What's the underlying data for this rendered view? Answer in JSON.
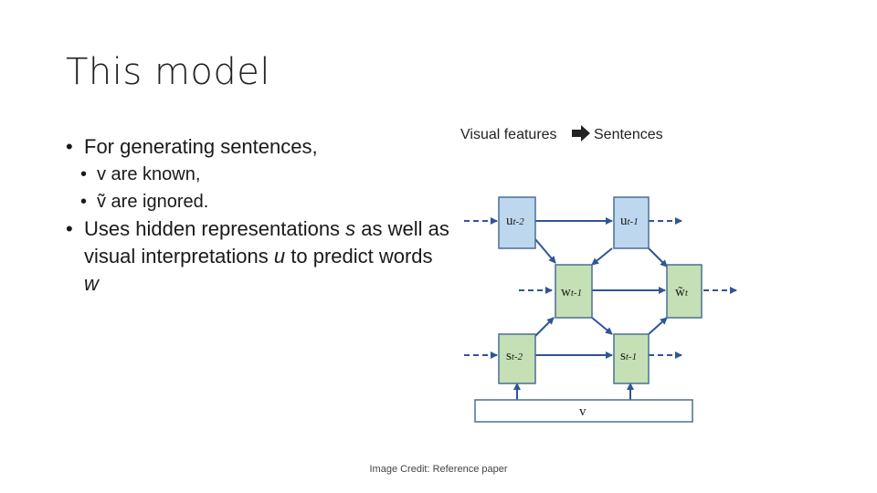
{
  "slide": {
    "title": "This model",
    "bullets": {
      "b1": "For generating sentences,",
      "b1_sub1": "v are known,",
      "b1_sub2": "ṽ are ignored.",
      "b2_part1": "Uses hidden representations ",
      "b2_s": "s",
      "b2_part2": " as well as visual interpretations ",
      "b2_u": "u",
      "b2_part3": " to predict words ",
      "b2_w": "w"
    },
    "caption": "Image Credit: Reference paper"
  },
  "diagram": {
    "header_left": "Visual features",
    "header_right": "Sentences",
    "colors": {
      "u_fill": "#bdd7ee",
      "w_fill": "#c5e0b4",
      "s_fill": "#c5e0b4",
      "border": "#4a6f96",
      "arrow": "#2f5597"
    },
    "nodes": {
      "u_t2": {
        "base": "u",
        "sub": "t-2"
      },
      "u_t1": {
        "base": "u",
        "sub": "t-1"
      },
      "w_t1": {
        "base": "w",
        "sub": "t-1"
      },
      "w_tilde_t": {
        "base": "w̃",
        "sub": "t"
      },
      "s_t2": {
        "base": "s",
        "sub": "t-2"
      },
      "s_t1": {
        "base": "s",
        "sub": "t-1"
      },
      "v": {
        "base": "v"
      }
    }
  }
}
